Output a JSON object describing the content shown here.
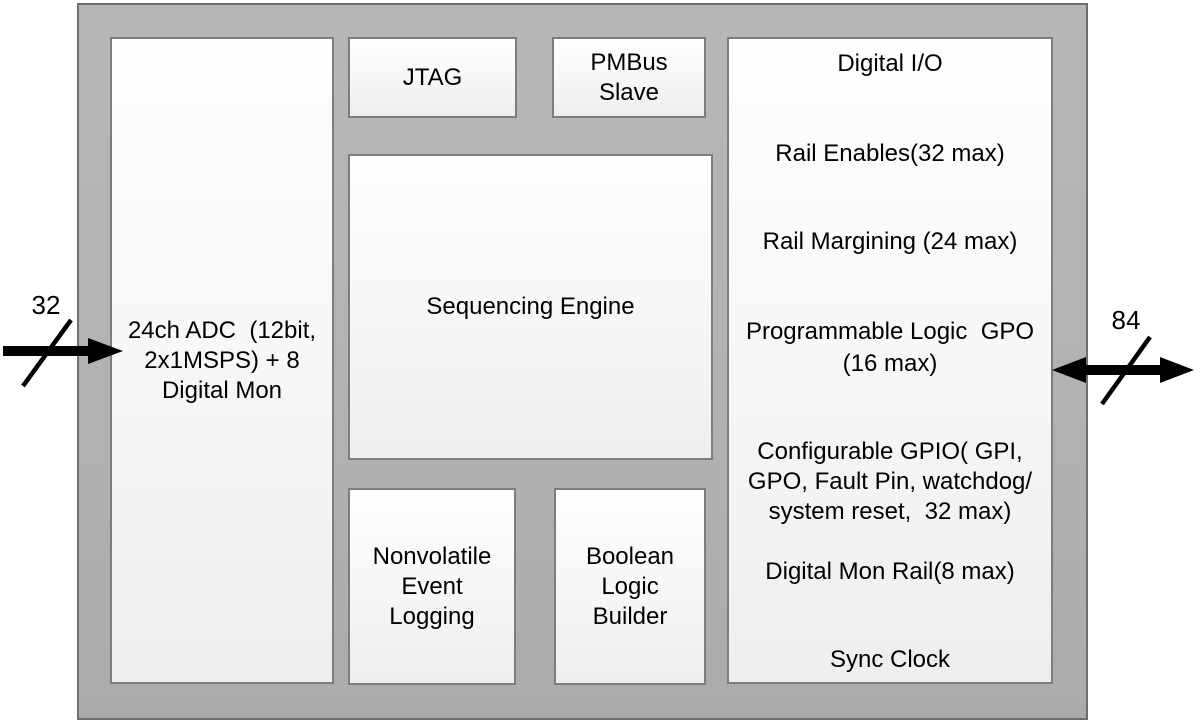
{
  "figure": {
    "kind": "chip-block-diagram"
  },
  "chip": {
    "blocks": {
      "adc": {
        "lines": [
          "24ch ADC  (12bit,",
          "2x1MSPS) + 8",
          "Digital Mon"
        ]
      },
      "jtag": {
        "label": "JTAG"
      },
      "pmbus_slave": {
        "lines": [
          "PMBus",
          "Slave"
        ]
      },
      "sequencing_engine": {
        "label": "Sequencing Engine"
      },
      "nonvolatile_event_logging": {
        "lines": [
          "Nonvolatile",
          "Event",
          "Logging"
        ]
      },
      "boolean_logic_builder": {
        "lines": [
          "Boolean",
          "Logic",
          "Builder"
        ]
      },
      "digital_io": {
        "title": "Digital I/O",
        "lines": [
          "Rail Enables(32 max)",
          "Rail Margining (24 max)",
          "Programmable Logic  GPO",
          "(16 max)",
          "Configurable GPIO( GPI,",
          "GPO, Fault Pin, watchdog/",
          "system reset,  32 max)",
          "Digital Mon Rail(8 max)",
          "Sync Clock"
        ]
      }
    },
    "buses": {
      "left_input": {
        "bus_width": "32",
        "direction": "input"
      },
      "right_io": {
        "bus_width": "84",
        "direction": "bidirectional"
      }
    },
    "colors": {
      "chip_fill": "#b3b3b3",
      "chip_border": "#6e6e6e",
      "block_fill": "#f7f7f7",
      "block_border": "#7d7d7d",
      "text": "#000000",
      "arrow": "#000000"
    }
  }
}
